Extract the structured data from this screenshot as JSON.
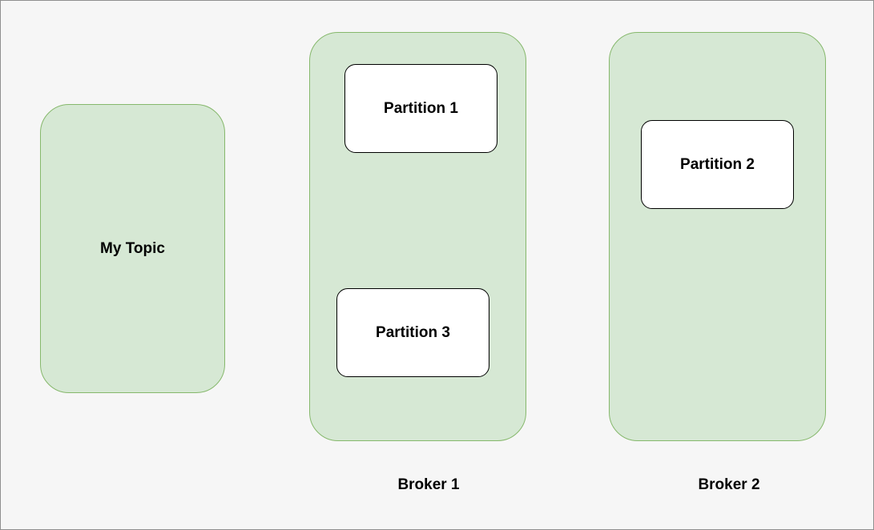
{
  "topic": {
    "label": "My Topic"
  },
  "brokers": [
    {
      "label": "Broker 1",
      "partitions": [
        "Partition 1",
        "Partition 3"
      ]
    },
    {
      "label": "Broker 2",
      "partitions": [
        "Partition 2"
      ]
    }
  ],
  "colors": {
    "container_fill": "#d6e8d4",
    "container_stroke": "#86b86c",
    "partition_fill": "#ffffff",
    "partition_stroke": "#000000",
    "canvas_background": "#f6f6f6"
  }
}
